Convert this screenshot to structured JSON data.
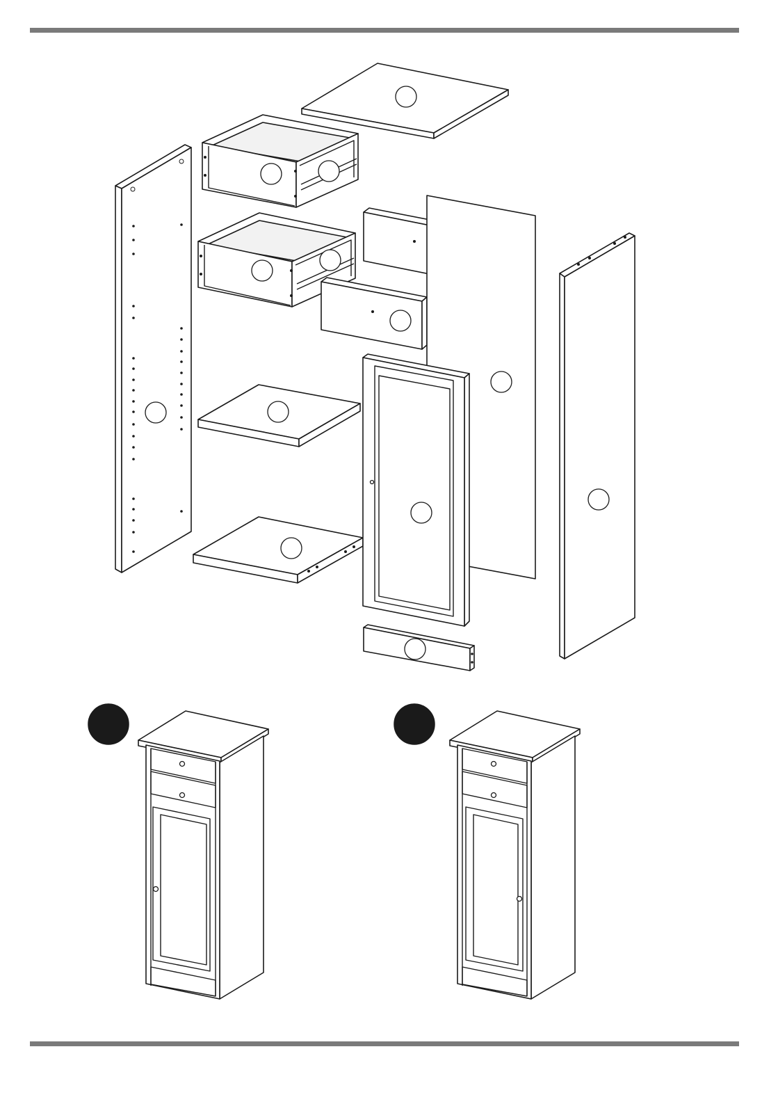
{
  "page": {
    "type": "assembly-instruction-exploded-view",
    "rule_color": "#7a7a7a",
    "line_color": "#1a1a1a",
    "background": "#ffffff"
  },
  "diagram": {
    "exploded_view_parts": [
      "top-panel",
      "upper-drawer",
      "lower-drawer",
      "left-side-panel",
      "upper-drawer-front",
      "lower-drawer-front",
      "back-panel",
      "middle-shelf",
      "bottom-shelf",
      "door",
      "plinth",
      "right-side-panel"
    ],
    "variants": [
      {
        "id": "variant-a",
        "door_hinge": "right",
        "handle_side": "left"
      },
      {
        "id": "variant-b",
        "door_hinge": "left",
        "handle_side": "right"
      }
    ]
  }
}
